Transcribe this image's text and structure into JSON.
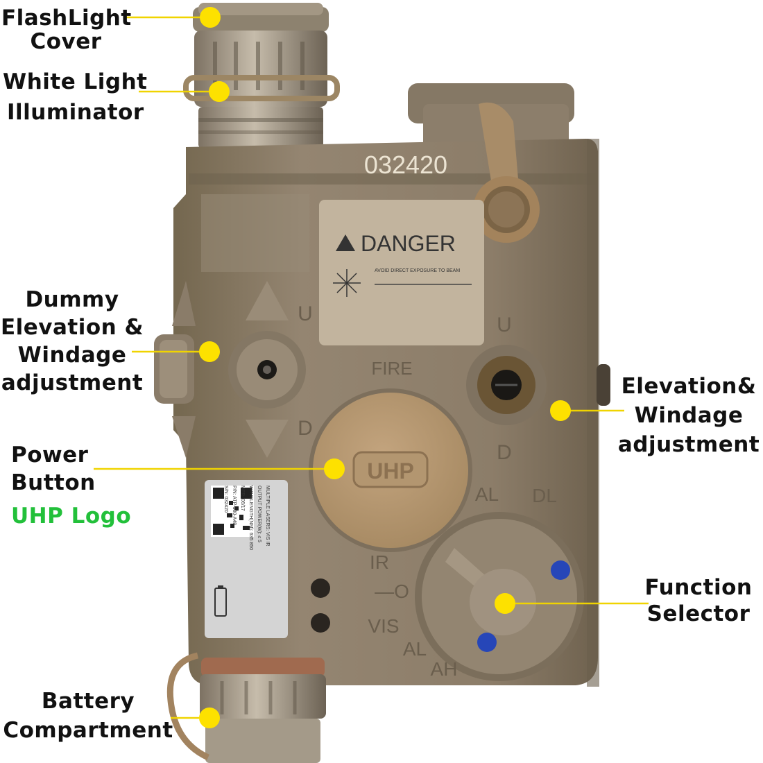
{
  "device": {
    "serial": "032420",
    "warning_title": "DANGER",
    "warning_text": "AVOID DIRECT EXPOSURE TO BEAM",
    "logo": "UHP",
    "fire": "FIRE",
    "left_up": "U",
    "left_down": "D",
    "right_up": "U",
    "right_down": "D",
    "selector_marks": {
      "al_top": "AL",
      "dl": "DL",
      "ir": "IR",
      "off": "—O",
      "vis": "VIS",
      "al_bottom": "AL",
      "ah": "AH"
    },
    "sticker_lines": [
      "MULTIPLE LASERS: VIS IR",
      "OUTPUT POWER(W): ≤ 5",
      "WAVELENGTH(NM): 635 850",
      "MFR: 06/17",
      "P/N: ATP-100-A48",
      "S/N: 032420"
    ]
  },
  "labels": {
    "flashlight_cover": [
      "FlashLight",
      "Cover"
    ],
    "white_light": [
      "White Light",
      "Illuminator"
    ],
    "dummy_adjust": [
      "Dummy",
      "Elevation &",
      "Windage",
      "adjustment"
    ],
    "power_button": [
      "Power",
      "Button"
    ],
    "uhp_logo": "UHP Logo",
    "battery": [
      "Battery",
      "Compartment"
    ],
    "elev_windage": [
      "Elevation&",
      "Windage",
      "adjustment"
    ],
    "function_selector": [
      "Function",
      "Selector"
    ]
  },
  "colors": {
    "body": "#8f806c",
    "dot": "#fde100",
    "green_text": "#22c03a"
  }
}
